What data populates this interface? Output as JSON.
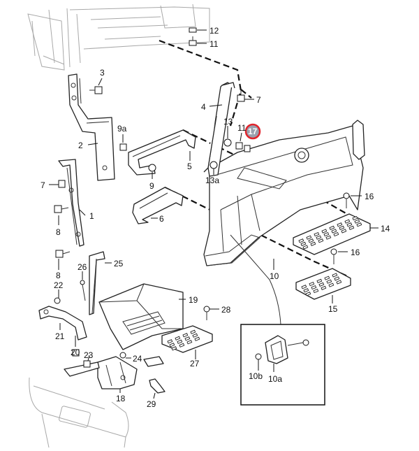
{
  "diagram": {
    "callouts": [
      "12",
      "11",
      "3",
      "7",
      "4",
      "9a",
      "13",
      "11",
      "17",
      "2",
      "5",
      "9",
      "13a",
      "7",
      "16",
      "1",
      "6",
      "14",
      "16",
      "8",
      "10",
      "8",
      "26",
      "25",
      "15",
      "22",
      "19",
      "28",
      "21",
      "20",
      "23",
      "24",
      "10b",
      "10a",
      "27",
      "18",
      "29"
    ],
    "highlighted_callout": "17",
    "highlight_color": "#e1242c",
    "highlight_fill": "#9aa0ad",
    "detail_box_callouts": [
      "10b",
      "10a"
    ]
  }
}
